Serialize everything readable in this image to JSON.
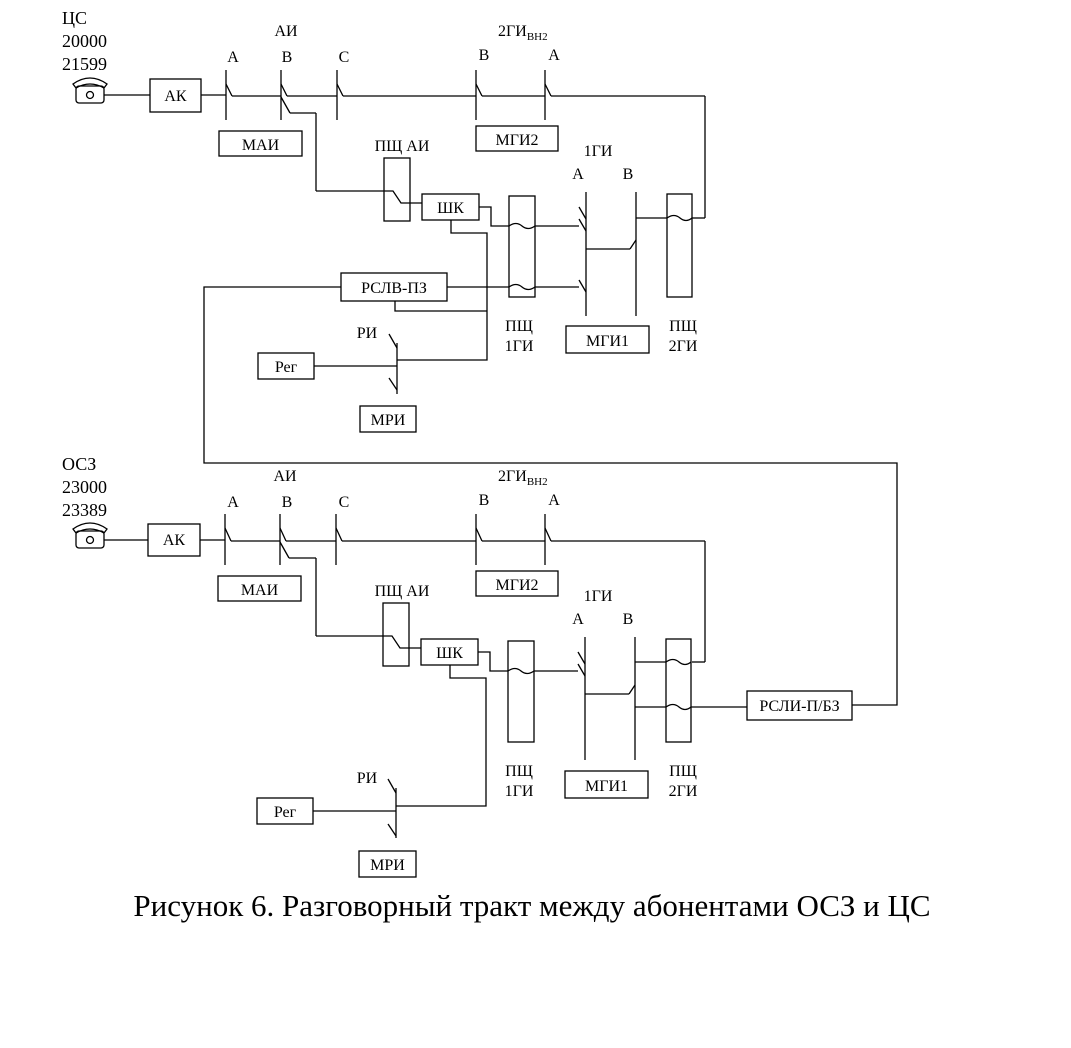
{
  "caption": "Рисунок 6. Разговорный тракт между абонентами ОСЗ и ЦС",
  "stations": {
    "top": {
      "name": "ЦС",
      "range_from": "20000",
      "range_to": "21599",
      "ak": "АК",
      "ai_title": "АИ",
      "ai_a": "А",
      "ai_b": "В",
      "ai_c": "С",
      "mai": "МАИ",
      "gi2_title": "2ГИ",
      "gi2_sub": "ВН2",
      "gi2_b": "В",
      "gi2_a": "А",
      "mgi2": "МГИ2",
      "pshch_ai": "ПЩ АИ",
      "shk": "ШК",
      "gi1_title": "1ГИ",
      "gi1_a": "А",
      "gi1_b": "В",
      "rslv": "РСЛВ-ПЗ",
      "pshch_1gi_1": "ПЩ",
      "pshch_1gi_2": "1ГИ",
      "mgi1": "МГИ1",
      "pshch_2gi_1": "ПЩ",
      "pshch_2gi_2": "2ГИ",
      "ri": "РИ",
      "reg": "Рег",
      "mri": "МРИ"
    },
    "bottom": {
      "name": "ОСЗ",
      "range_from": "23000",
      "range_to": "23389",
      "ak": "АК",
      "ai_title": "АИ",
      "ai_a": "А",
      "ai_b": "В",
      "ai_c": "С",
      "mai": "МАИ",
      "gi2_title": "2ГИ",
      "gi2_sub": "ВН2",
      "gi2_b": "В",
      "gi2_a": "А",
      "mgi2": "МГИ2",
      "pshch_ai": "ПЩ АИ",
      "shk": "ШК",
      "gi1_title": "1ГИ",
      "gi1_a": "А",
      "gi1_b": "В",
      "rsli": "РСЛИ-П/БЗ",
      "pshch_1gi_1": "ПЩ",
      "pshch_1gi_2": "1ГИ",
      "mgi1": "МГИ1",
      "pshch_2gi_1": "ПЩ",
      "pshch_2gi_2": "2ГИ",
      "ri": "РИ",
      "reg": "Рег",
      "mri": "МРИ"
    }
  }
}
